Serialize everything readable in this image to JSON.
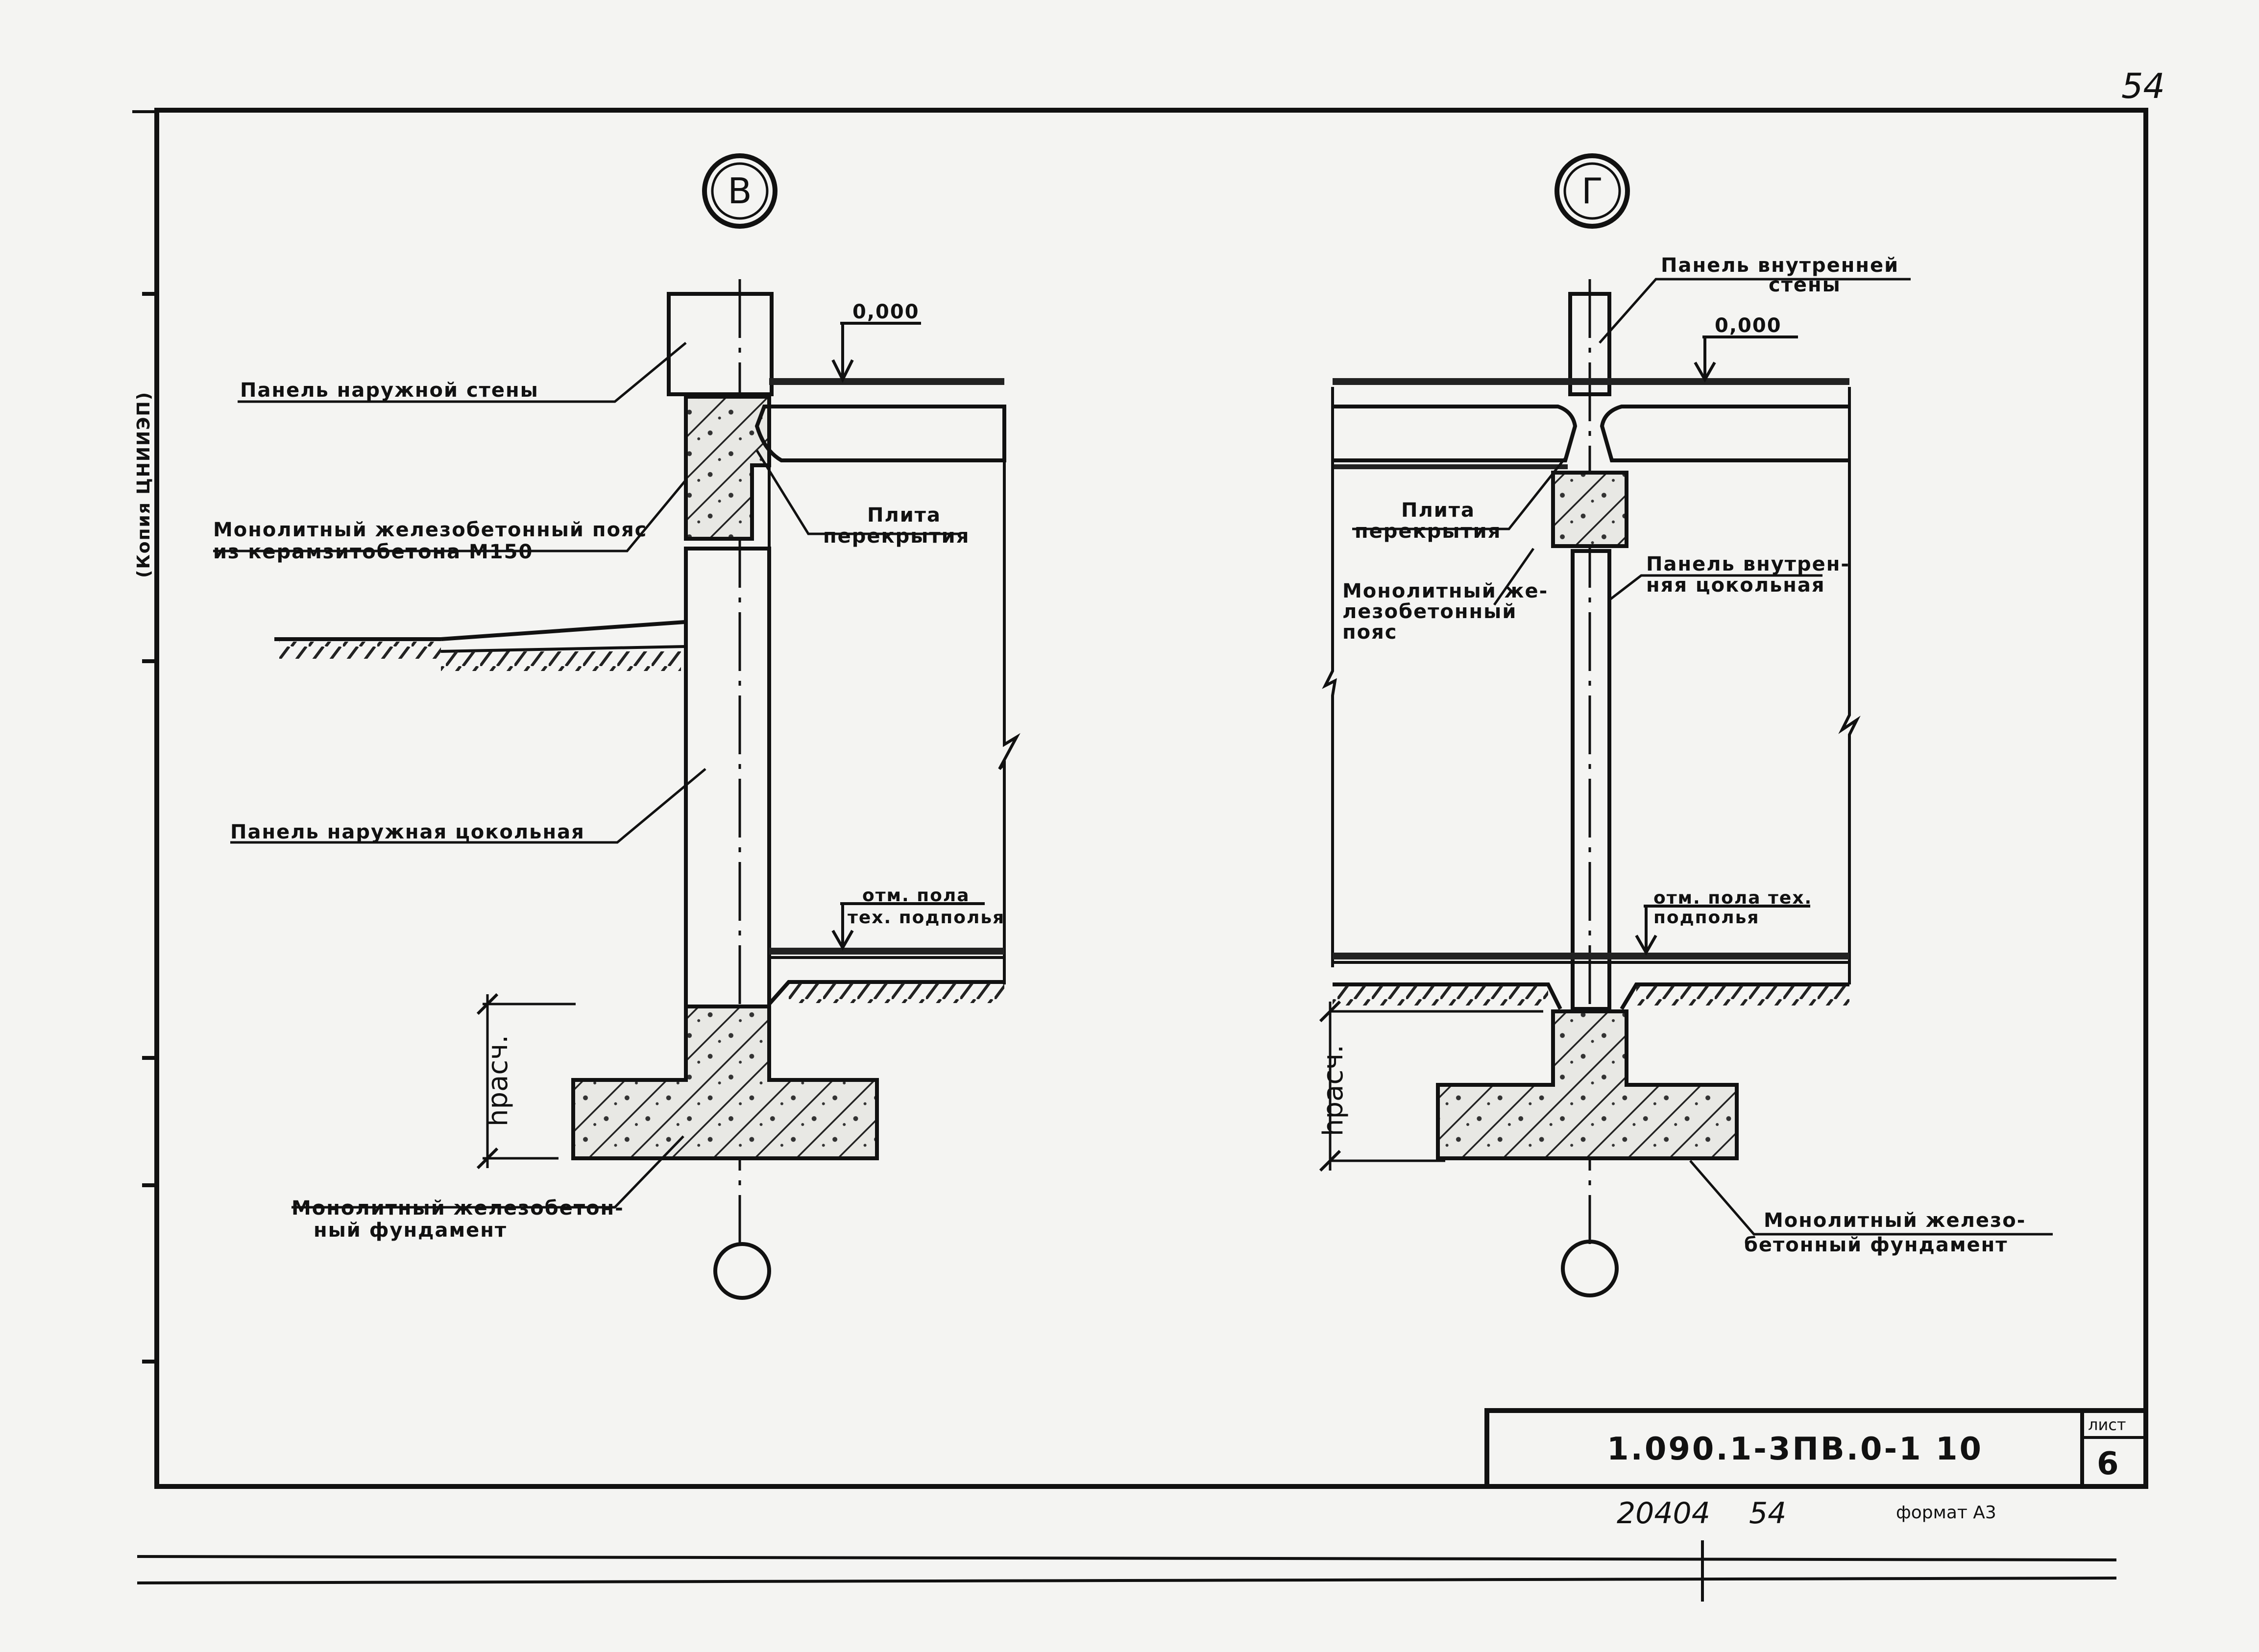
{
  "page_number": "54",
  "left_detail": {
    "axis_letter": "В",
    "level_zero": "0,000",
    "outer_wall_panel": "Панель наружной стены",
    "belt_line1": "Монолитный железобетонный пояс",
    "belt_line2": "из керамзитобетона М150",
    "slab_line1": "Плита",
    "slab_line2": "перекрытия",
    "plinth_panel": "Панель  наружная цокольная",
    "floor_mark_line1": "отм.  пола",
    "floor_mark_line2": "тех. подполья",
    "h_calc": "hрасч.",
    "foundation_line1": "Монолитный  железобетон-",
    "foundation_line2": "ный  фундамент"
  },
  "right_detail": {
    "axis_letter": "Г",
    "level_zero": "0,000",
    "inner_wall_line1": "Панель  внутренней",
    "inner_wall_line2": "стены",
    "slab_line1": "Плита",
    "slab_line2": "перекрытия",
    "belt_line1": "Монолитный  же-",
    "belt_line2": "лезобетонный",
    "belt_line3": "пояс",
    "inner_plinth_line1": "Панель  внутрен-",
    "inner_plinth_line2": "няя  цокольная",
    "floor_mark_line1": "отм.  пола тех.",
    "floor_mark_line2": "подполья",
    "h_calc": "hрасч.",
    "foundation_line1": "Монолитный  железо-",
    "foundation_line2": "бетонный  фундамент"
  },
  "title_block": {
    "document_code": "1.090.1-3ПВ.0-1  10",
    "sheet_label": "лист",
    "sheet_number": "6"
  },
  "margin_note": "(Копия ЦНИИЭП)",
  "footer": {
    "archive_number": "20404",
    "page": "54",
    "format": "формат А3"
  }
}
